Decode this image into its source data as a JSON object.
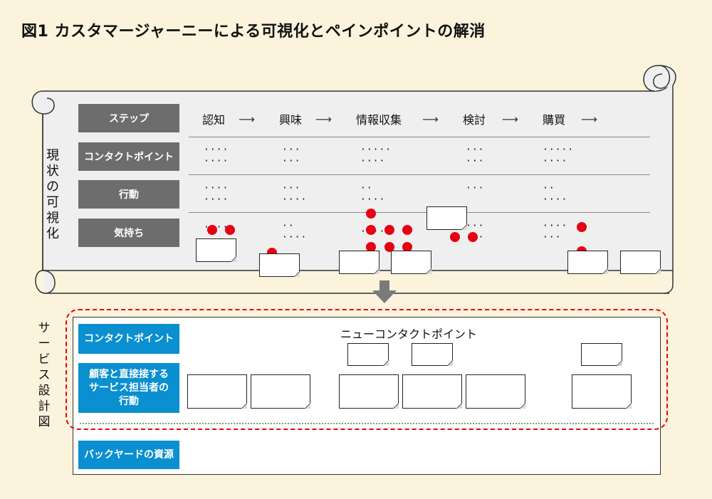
{
  "title": "図1 カスタマージャーニーによる可視化とペインポイントの解消",
  "current": {
    "side_label": [
      "現",
      "状",
      "の",
      "可",
      "視",
      "化"
    ],
    "row_labels": [
      "ステップ",
      "コンタクトポイント",
      "行動",
      "気持ち"
    ],
    "steps": [
      "認知",
      "興味",
      "情報収集",
      "検討",
      "購買"
    ],
    "arrow_glyph": "⟶",
    "dot_text": {
      "contact": [
        "····\n····",
        "···\n···",
        "·····\n····",
        "···\n···",
        "·····\n····"
      ],
      "action": [
        "····\n····",
        "···\n····",
        "··\n····",
        "···",
        "··\n····"
      ],
      "feeling": [
        "····",
        "··\n····",
        "····",
        "···\n···",
        "····\n···"
      ]
    }
  },
  "design": {
    "side_label": [
      "サ",
      "ー",
      "ビ",
      "ス",
      "設",
      "計",
      "図"
    ],
    "contact_label": "コンタクトポイント",
    "staff_label": "顧客と直接接する\nサービス担当者の\n行動",
    "backyard_label": "バックヤードの資源",
    "new_contact_label": "ニューコンタクトポイント"
  },
  "colors": {
    "accent_red": "#e60012",
    "blue": "#0a8fd0",
    "gray_label": "#6d6d6d",
    "background": "#fbf3dc"
  }
}
